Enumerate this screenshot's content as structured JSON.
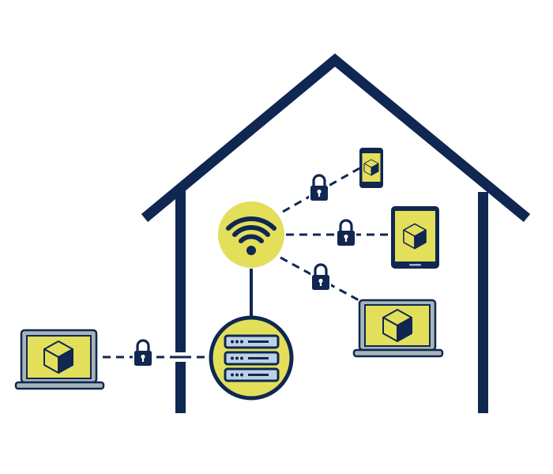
{
  "colors": {
    "navy": "#0f2751",
    "yellow": "#e3df5b",
    "gray": "#a9b4b8",
    "light_blue": "#bcd1e6",
    "white": "#ffffff"
  },
  "icons": {
    "house": "house-outline-icon",
    "router": "wifi-icon",
    "server": "server-rack-icon",
    "lock": "padlock-icon",
    "device": "cube-icon"
  },
  "devices": [
    "external-laptop",
    "phone",
    "tablet",
    "laptop"
  ],
  "secure_links": 4
}
